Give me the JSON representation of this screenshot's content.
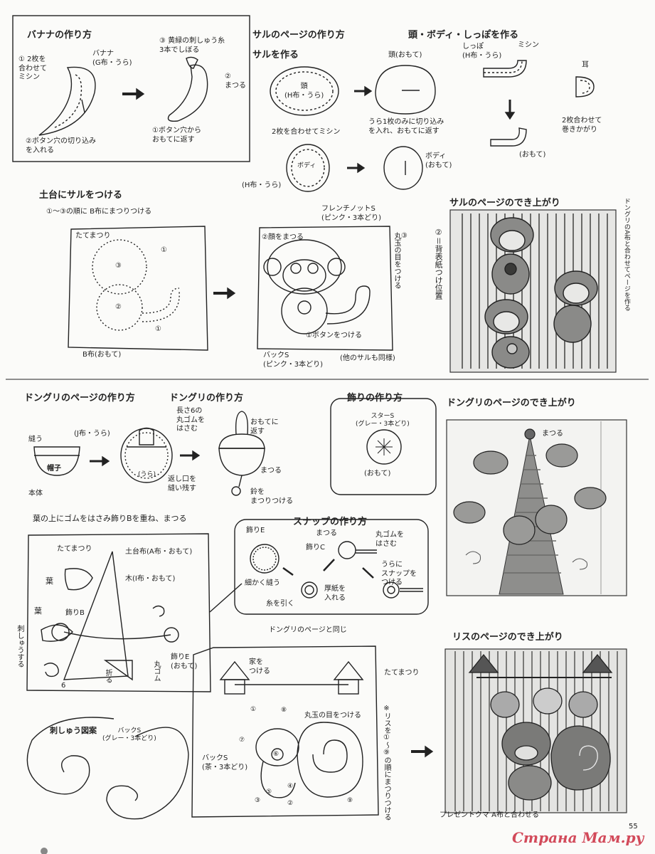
{
  "page_number": "55",
  "watermark": "Страна Мам.ру",
  "banana": {
    "title": "バナナの作り方",
    "note1": "① 2枚を\n合わせて\nミシン",
    "label_banana": "バナナ\n(G布・うら)",
    "note2": "②ボタン穴の切り込み\nを入れる",
    "note3": "③ 黄緑の刺しゅう糸\n3本でしぼる",
    "note4": "②\nまつる",
    "note5": "①ボタン穴から\nおもてに返す"
  },
  "monkey_page": {
    "title": "サルのページの作り方",
    "sub_make": "サルを作る",
    "sub_head": "頭・ボディ・しっぽを作る",
    "head_label": "頭\n(H布・うら)",
    "head_out": "頭(おもて)",
    "sew2": "2枚を合わせてミシン",
    "cut_note": "うら1枚のみに切り込み\nを入れ、おもてに返す",
    "body_label": "ボディ",
    "body_fabric": "(H布・うら)",
    "body_out": "ボディ\n(おもて)",
    "tail_label": "しっぽ\n(H布・うら)",
    "machine": "ミシン",
    "tail_out": "(おもて)",
    "ear_label": "耳",
    "ear_note": "2枚合わせて\n巻きかがり"
  },
  "base": {
    "title": "土台にサルをつける",
    "note": "①～③の順に B布にまつりつける",
    "tatematsuri": "たてまつり",
    "n1": "①",
    "n2": "②",
    "n3": "③",
    "fabric": "B布(おもて)",
    "french": "フレンチノットS\n(ピンク・3本どり)",
    "face": "②顔をまつる",
    "eyes": "③\n丸玉の目をつける",
    "button": "①ボタンをつける",
    "back": "バックS\n(ピンク・3本どり)",
    "others": "(他のサルも同様)"
  },
  "monkey_done": {
    "title": "サルのページのでき上がり",
    "side_note": "ドングリのA布と合わせてページを作る",
    "mark": "②＝背表紙つけ位置"
  },
  "acorn": {
    "title": "ドングリのページの作り方",
    "sub_make": "ドングリの作り方",
    "sew": "縫う",
    "j_fabric": "(J布・うら)",
    "cap": "帽子",
    "body": "本体",
    "rubber": "長さ6の\n丸ゴムを\nはさむ",
    "ura": "(うら)",
    "leave": "返し口を\n縫い残す",
    "turn": "おもてに\n返す",
    "matsuru": "まつる",
    "bell": "鈴を\nまつりつける"
  },
  "decor": {
    "title": "飾りの作り方",
    "star": "スターS\n(グレー・3本どり)",
    "out": "(おもて)"
  },
  "acorn_done": {
    "title": "ドングリのページのでき上がり",
    "matsuru": "まつる"
  },
  "leaves": {
    "note": "葉の上にゴムをはさみ飾りBを重ね、まつる",
    "tatematsuri": "たてまつり",
    "base": "土台布(A布・おもて)",
    "tree": "木(I布・おもて)",
    "leaf1": "葉",
    "leaf2": "葉",
    "decorB": "飾りB",
    "decorE": "飾りE\n(おもて)",
    "rubber": "丸ゴム",
    "fold": "折る",
    "six": "6",
    "embroider": "刺しゅうする"
  },
  "snap": {
    "title": "スナップの作り方",
    "e": "飾りE",
    "matsuru": "まつる",
    "c": "飾りC",
    "rubber": "丸ゴムを\nはさむ",
    "sew": "細かく縫う",
    "pull": "糸を引く",
    "card": "厚紙を\n入れる",
    "snap_note": "うらに\nスナップを\nつける"
  },
  "squirrel": {
    "same": "ドングリのページと同じ",
    "house": "家を\nつける",
    "tatematsuri": "たてまつり",
    "eyes": "丸玉の目をつける",
    "back": "バックS\n(茶・3本どり)",
    "order": "※リスを①～⑨の順にまつりつける",
    "embroidery_title": "刺しゅう図案",
    "embroidery_back": "バックS\n(グレー・3本どり)",
    "n": [
      "①",
      "②",
      "③",
      "④",
      "⑤",
      "⑥",
      "⑦",
      "⑧",
      "⑨"
    ]
  },
  "squirrel_done": {
    "title": "リスのページのでき上がり",
    "caption": "プレゼントクマ A布と合わせる"
  }
}
